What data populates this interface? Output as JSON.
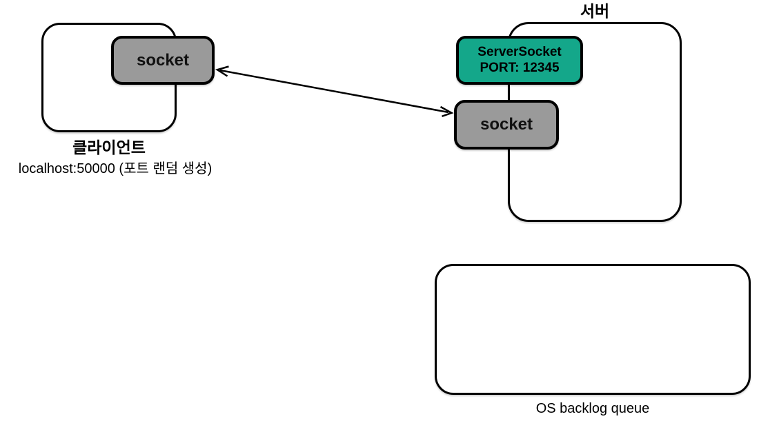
{
  "colors": {
    "server-socket-fill": "#14a78a",
    "socket-fill": "#9a9a9a",
    "line-color": "#000000"
  },
  "client": {
    "label": "클라이언트",
    "address": "localhost:50000 (포트 랜덤 생성)",
    "socket_label": "socket"
  },
  "server": {
    "label": "서버",
    "server_socket": {
      "line1": "ServerSocket",
      "line2": "PORT: 12345"
    },
    "socket_label": "socket"
  },
  "backlog": {
    "label": "OS backlog queue"
  }
}
